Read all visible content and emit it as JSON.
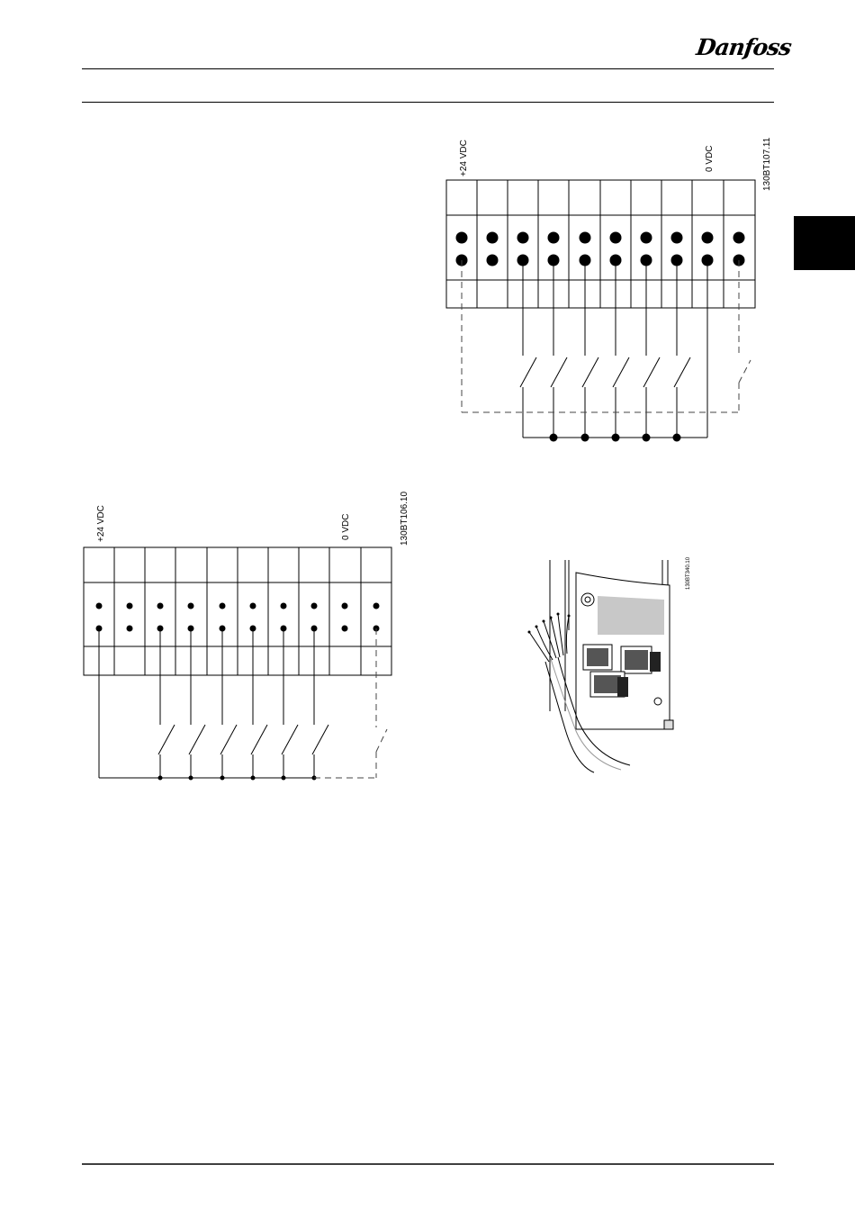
{
  "header": {
    "logo_text": "Danfoss",
    "logo_icon": "danfoss-logo"
  },
  "diagram_top": {
    "label_plus": "+24 VDC",
    "label_zero": "0 VDC",
    "code": "130BT107.11"
  },
  "diagram_bottom": {
    "label_plus": "+24 VDC",
    "label_zero": "0 VDC",
    "code": "130BT106.10"
  },
  "photo": {
    "code": "130BT340.10",
    "icon": "cable-clamp-photo"
  },
  "colors": {
    "line": "#000000",
    "dashed": "#444444",
    "panel_gray": "#c8c8c8",
    "side_tab": "#000000"
  }
}
